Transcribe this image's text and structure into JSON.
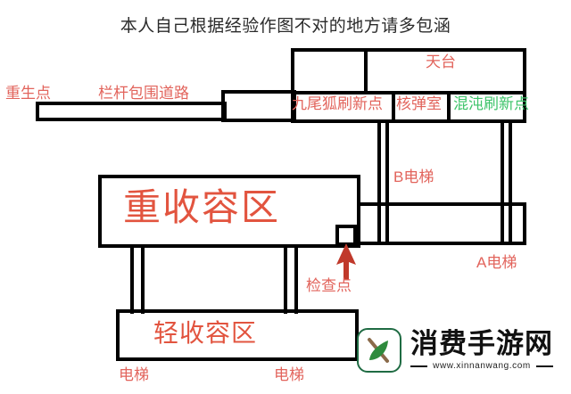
{
  "title": "本人自己根据经验作图不对的地方请多包涵",
  "colors": {
    "wall": "#000000",
    "label_red": "#e2645c",
    "label_red_strong": "#e2543f",
    "label_green": "#3fc46b",
    "arrow_red": "#c0392b",
    "background": "#ffffff",
    "watermark_green": "#1f6b43"
  },
  "labels": {
    "respawn_point": "重生点",
    "railing_road": "栏杆包围道路",
    "rooftop": "天台",
    "ninetail_fox_spawn": "九尾狐刷新点",
    "nuke_room": "核弹室",
    "chaos_spawn": "混沌刷新点",
    "elevator_b": "B电梯",
    "elevator_a": "A电梯",
    "heavy_containment": "重收容区",
    "light_containment": "轻收容区",
    "checkpoint": "检查点",
    "elevator_left": "电梯",
    "elevator_right": "电梯"
  },
  "watermark": {
    "site_name": "消费手游网",
    "url": "www.xinnanwang.com"
  }
}
